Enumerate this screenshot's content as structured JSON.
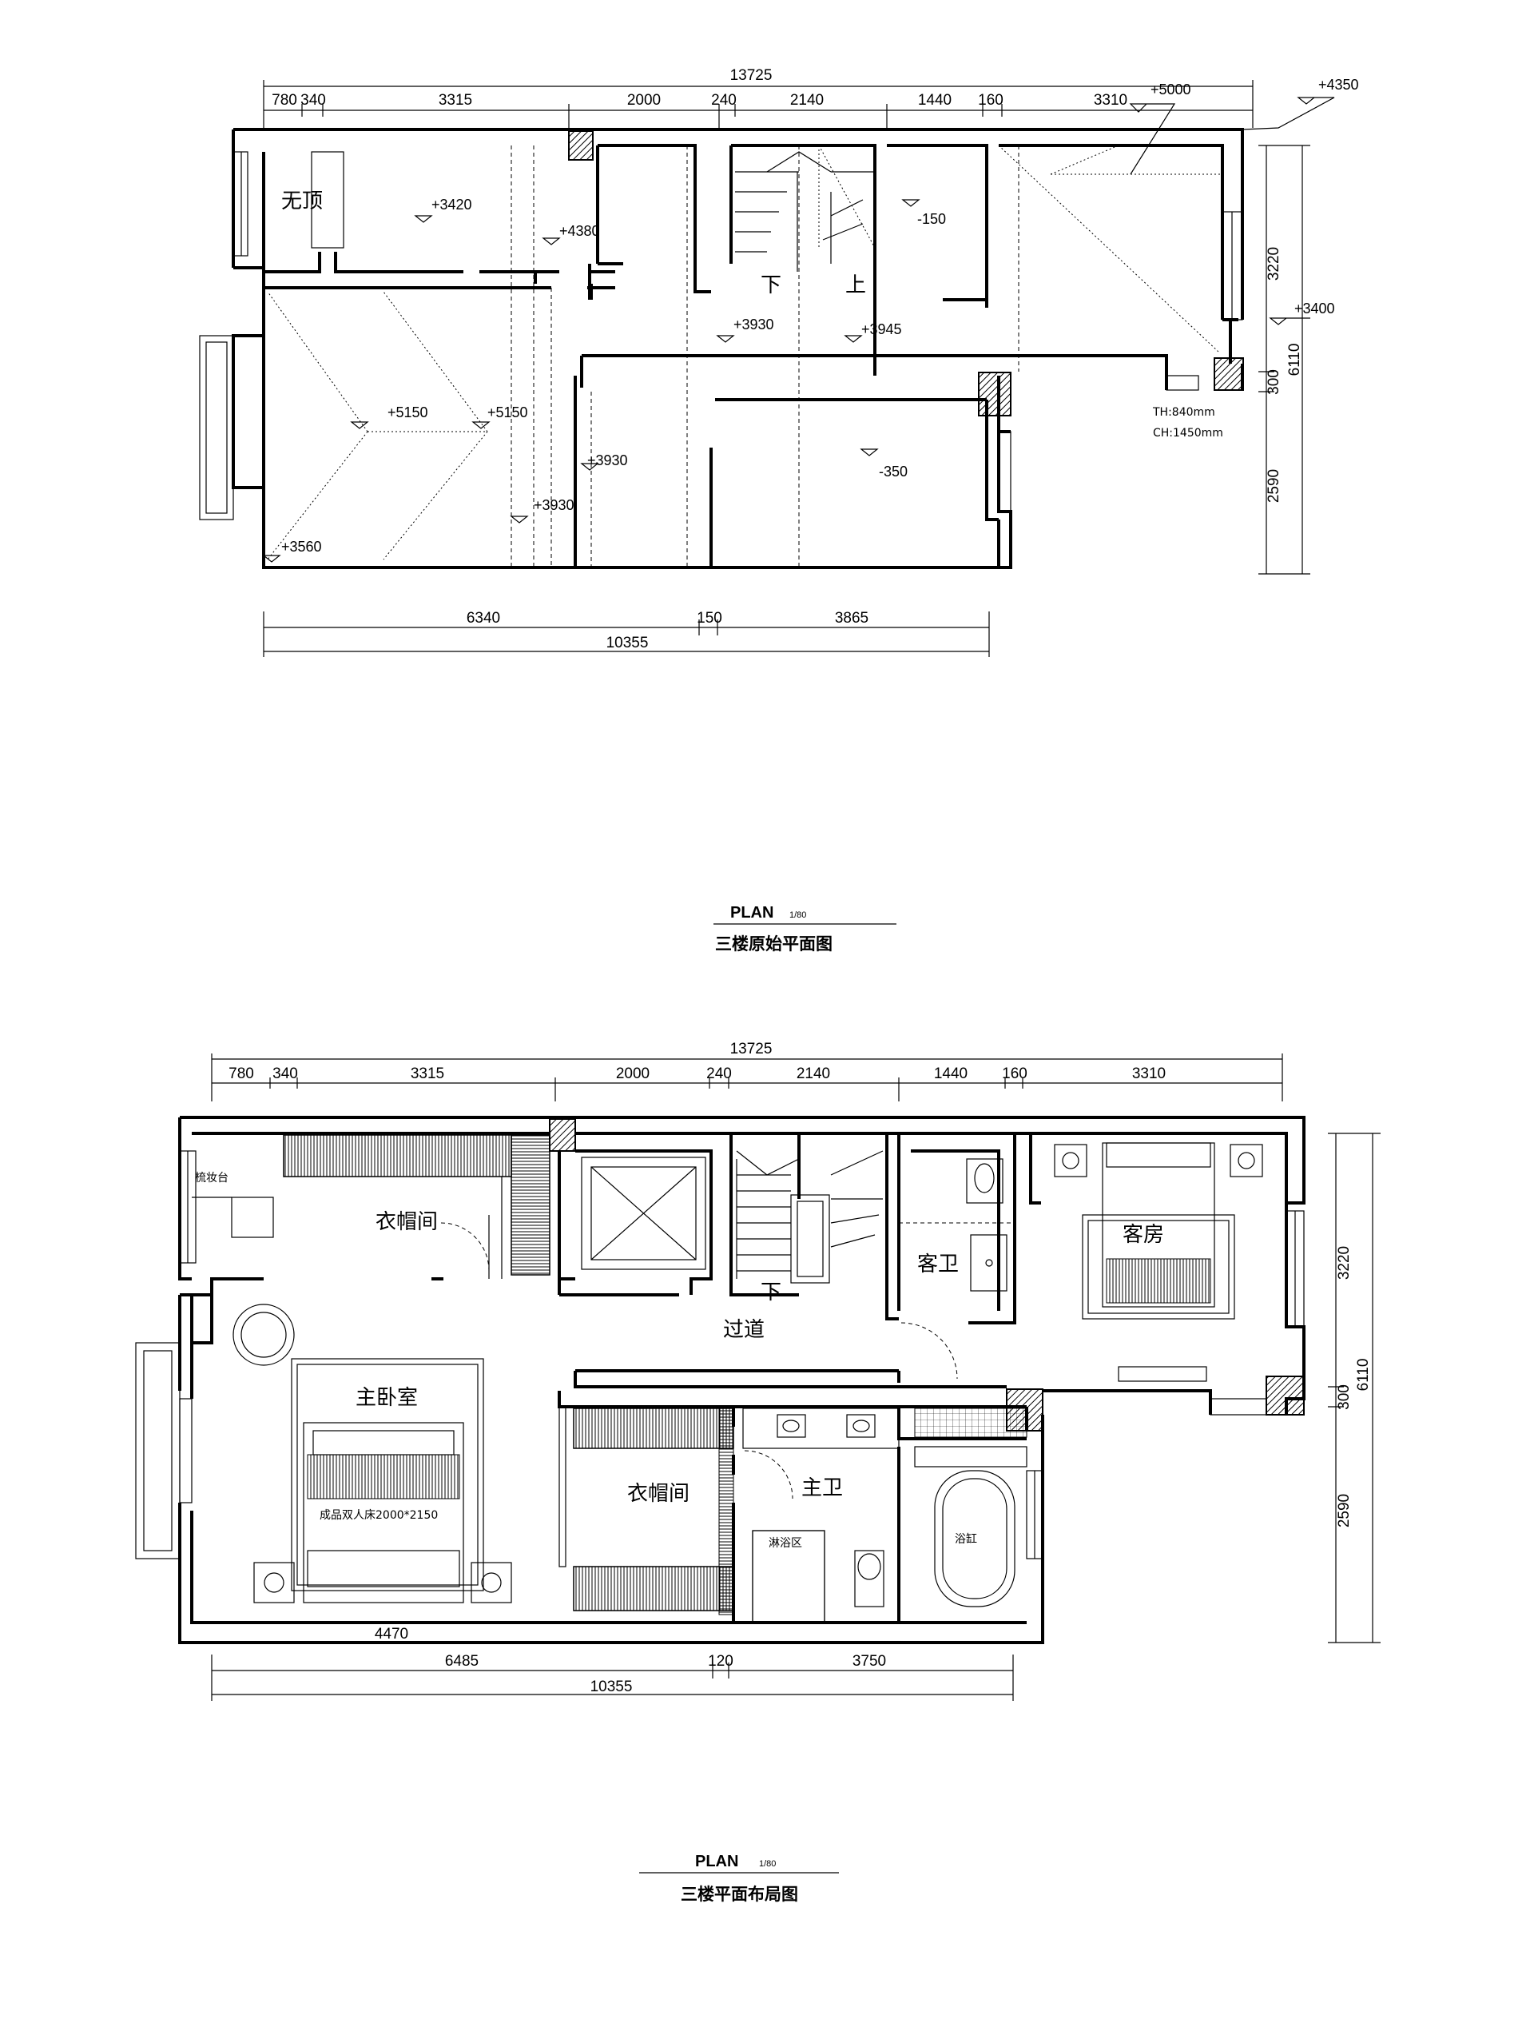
{
  "plan1": {
    "dims_top_total": "13725",
    "dims_top": [
      "780",
      "340",
      "3315",
      "2000",
      "240",
      "2140",
      "1440",
      "160",
      "3310"
    ],
    "dims_bottom": [
      "6340",
      "150",
      "3865"
    ],
    "dims_bottom_total": "10355",
    "dims_right": [
      "3220",
      "300",
      "2590"
    ],
    "dims_right_total": "6110",
    "levels": [
      "+5000",
      "+4350",
      "+3420",
      "+4380",
      "+3930",
      "+3945",
      "-150",
      "+3400",
      "+5150",
      "+5150",
      "+3930",
      "+3930",
      "-350",
      "+3560"
    ],
    "rooms": [
      "无顶"
    ],
    "stair_down": "下",
    "stair_up": "上",
    "window_th": "TH:840mm",
    "window_ch": "CH:1450mm",
    "title": "PLAN",
    "scale": "1/80",
    "subtitle": "三楼原始平面图"
  },
  "plan2": {
    "dims_top_total": "13725",
    "dims_top": [
      "780",
      "340",
      "3315",
      "2000",
      "240",
      "2140",
      "1440",
      "160",
      "3310"
    ],
    "dims_bottom": [
      "6485",
      "120",
      "3750"
    ],
    "dims_bottom_total": "10355",
    "dims_inner": "4470",
    "dims_right": [
      "3220",
      "300",
      "2590"
    ],
    "dims_right_total": "6110",
    "rooms": {
      "closet_top": "衣帽间",
      "corridor": "过道",
      "guest_bath": "客卫",
      "guest_room": "客房",
      "master_bedroom": "主卧室",
      "closet_bottom": "衣帽间",
      "master_bath": "主卫"
    },
    "labels": {
      "dresser": "梳妆台",
      "bed": "成品双人床2000*2150",
      "shower": "淋浴区",
      "tub": "浴缸"
    },
    "stair_down": "下",
    "title": "PLAN",
    "scale": "1/80",
    "subtitle": "三楼平面布局图"
  }
}
